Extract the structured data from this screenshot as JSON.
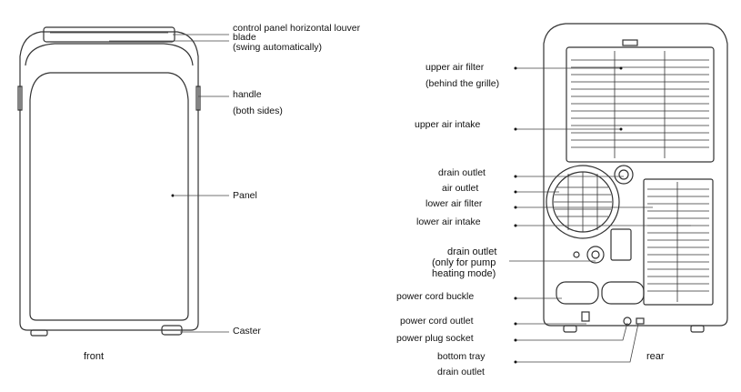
{
  "front": {
    "caption": "front",
    "labels": {
      "louver": "control panel horizontal louver",
      "blade": "blade",
      "swing": "(swing automatically)",
      "handle": "handle",
      "both_sides": "(both sides)",
      "panel": "Panel",
      "caster": "Caster"
    }
  },
  "rear": {
    "caption": "rear",
    "labels": {
      "upper_filter": "upper air filter",
      "behind_grille": "(behind the grille)",
      "upper_intake": "upper air intake",
      "drain_outlet_top": "drain outlet",
      "air_outlet": "air outlet",
      "lower_filter": "lower air filter",
      "lower_intake": "lower air intake",
      "drain_outlet_pump_1": "drain outlet",
      "drain_outlet_pump_2": "(only for pump",
      "drain_outlet_pump_3": "heating mode)",
      "cord_buckle": "power cord buckle",
      "cord_outlet": "power cord outlet",
      "plug_socket": "power plug socket",
      "bottom_tray": "bottom tray",
      "drain_outlet_bottom": "drain outlet"
    }
  }
}
